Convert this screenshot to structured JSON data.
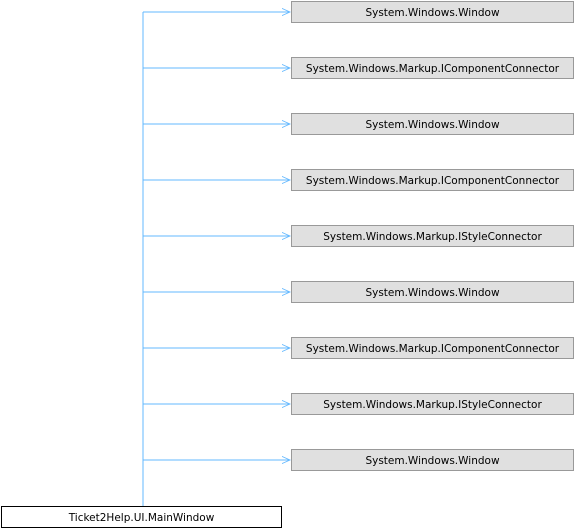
{
  "diagram": {
    "type": "inheritance-graph",
    "derived": {
      "label": "Ticket2Help.UI.MainWindow"
    },
    "bases": [
      {
        "label": "System.Windows.Window"
      },
      {
        "label": "System.Windows.Markup.IComponentConnector"
      },
      {
        "label": "System.Windows.Window"
      },
      {
        "label": "System.Windows.Markup.IComponentConnector"
      },
      {
        "label": "System.Windows.Markup.IStyleConnector"
      },
      {
        "label": "System.Windows.Window"
      },
      {
        "label": "System.Windows.Markup.IComponentConnector"
      },
      {
        "label": "System.Windows.Markup.IStyleConnector"
      },
      {
        "label": "System.Windows.Window"
      }
    ],
    "colors": {
      "base_fill": "#e0e0e0",
      "base_stroke": "#999999",
      "derived_fill": "#ffffff",
      "derived_stroke": "#000000",
      "edge": "#63b8ff"
    }
  }
}
